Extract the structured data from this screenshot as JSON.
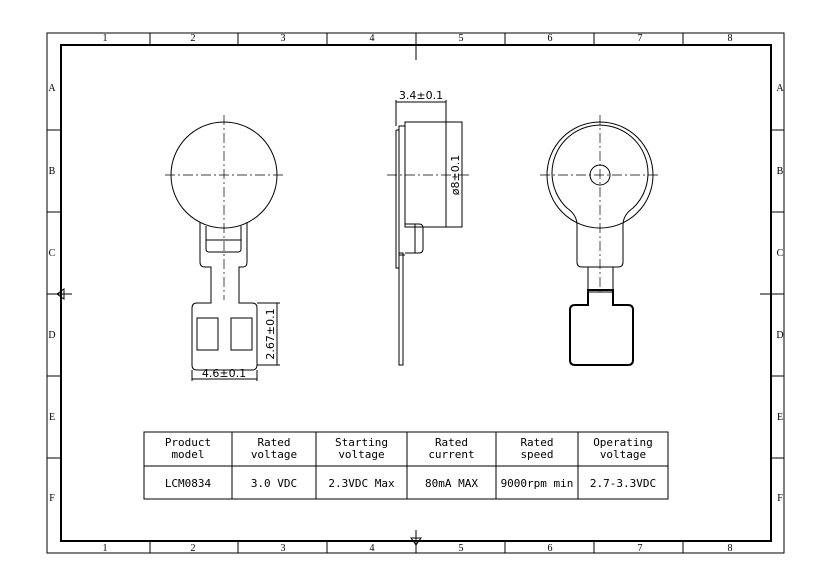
{
  "frame": {
    "columns": [
      "1",
      "2",
      "3",
      "4",
      "5",
      "6",
      "7",
      "8"
    ],
    "rows": [
      "A",
      "B",
      "C",
      "D",
      "E",
      "F"
    ]
  },
  "dimensions": {
    "thickness": "3.4±0.1",
    "diameter": "ø8±0.1",
    "pad_height": "2.67±0.1",
    "pad_width": "4.6±0.1"
  },
  "spec_table": {
    "headers": [
      [
        "Product",
        "model"
      ],
      [
        "Rated",
        "voltage"
      ],
      [
        "Starting",
        "voltage"
      ],
      [
        "Rated",
        "current"
      ],
      [
        "Rated",
        "speed"
      ],
      [
        "Operating",
        "voltage"
      ]
    ],
    "values": [
      "LCM0834",
      "3.0 VDC",
      "2.3VDC Max",
      "80mA MAX",
      "9000rpm min",
      "2.7-3.3VDC"
    ]
  }
}
